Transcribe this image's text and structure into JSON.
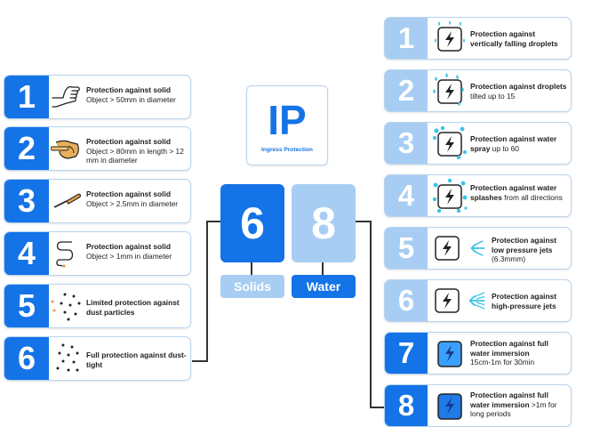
{
  "center": {
    "logo_title": "IP",
    "logo_subtitle": "Ingress Protection",
    "solids_digit": "6",
    "water_digit": "8",
    "solids_label": "Solids",
    "water_label": "Water"
  },
  "solids": [
    {
      "num": "1",
      "bold": "Protection against solid",
      "rest": "Object > 50mm in diameter",
      "icon": "hand-icon"
    },
    {
      "num": "2",
      "bold": "Protection against solid",
      "rest": "Object > 80mm in length > 12 mm in diameter",
      "icon": "finger-icon"
    },
    {
      "num": "3",
      "bold": "Protection against solid",
      "rest": "Object > 2.5mm in diameter",
      "icon": "screwdriver-icon"
    },
    {
      "num": "4",
      "bold": "Protection against solid",
      "rest": "Object > 1mm in diameter",
      "icon": "wire-icon"
    },
    {
      "num": "5",
      "bold": "Limited protection against dust particles",
      "rest": "",
      "icon": "dust-particles-icon"
    },
    {
      "num": "6",
      "bold": "Full protection against dust-tight",
      "rest": "",
      "icon": "dust-tight-icon"
    }
  ],
  "water": [
    {
      "num": "1",
      "pre": "",
      "bold": "Protection against vertically falling droplets",
      "rest": "",
      "icon": "falling-droplets-icon"
    },
    {
      "num": "2",
      "pre": "",
      "bold": "Protection against droplets",
      "rest": " tilted up to 15",
      "icon": "tilted-droplets-icon"
    },
    {
      "num": "3",
      "pre": "",
      "bold": "Protection against water spray",
      "rest": " up to 60",
      "icon": "water-spray-icon"
    },
    {
      "num": "4",
      "pre": "",
      "bold": "Protection against water splashes",
      "rest": " from all directions",
      "icon": "water-splash-icon"
    },
    {
      "num": "5",
      "pre": "",
      "bold": "Protection against low pressure jets",
      "rest": " (6.3mmm)",
      "icon": "low-pressure-jet-icon"
    },
    {
      "num": "6",
      "pre": "",
      "bold": "Protection against high-pressure jets",
      "rest": "",
      "icon": "high-pressure-jet-icon"
    },
    {
      "num": "7",
      "pre": "",
      "bold": "Protection against full water immersion",
      "rest": " 15cm-1m for 30min",
      "icon": "immersion-icon"
    },
    {
      "num": "8",
      "pre": "",
      "bold": "Protection against full water immersion",
      "rest": " >1m for long periods",
      "icon": "deep-immersion-icon"
    }
  ],
  "colors": {
    "blue": "#1473e6",
    "light_blue": "#a8cdf3",
    "droplet": "#39c5e8",
    "border": "#b9d3ee"
  }
}
